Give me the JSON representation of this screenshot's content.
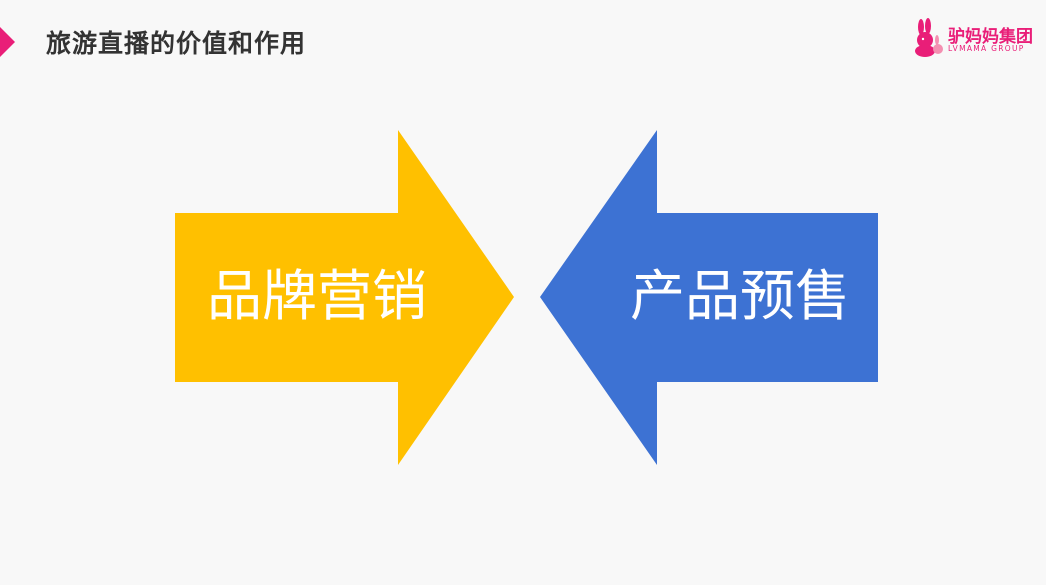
{
  "slide": {
    "title": "旅游直播的价值和作用"
  },
  "logo": {
    "name_cn": "驴妈妈集团",
    "name_en": "LVMAMA GROUP"
  },
  "arrows": {
    "left_label": "品牌营销",
    "right_label": "产品预售",
    "left_color": "#ffc000",
    "right_color": "#3d72d3"
  },
  "colors": {
    "accent": "#e91e78",
    "background": "#f8f8f8",
    "title_text": "#333333"
  }
}
